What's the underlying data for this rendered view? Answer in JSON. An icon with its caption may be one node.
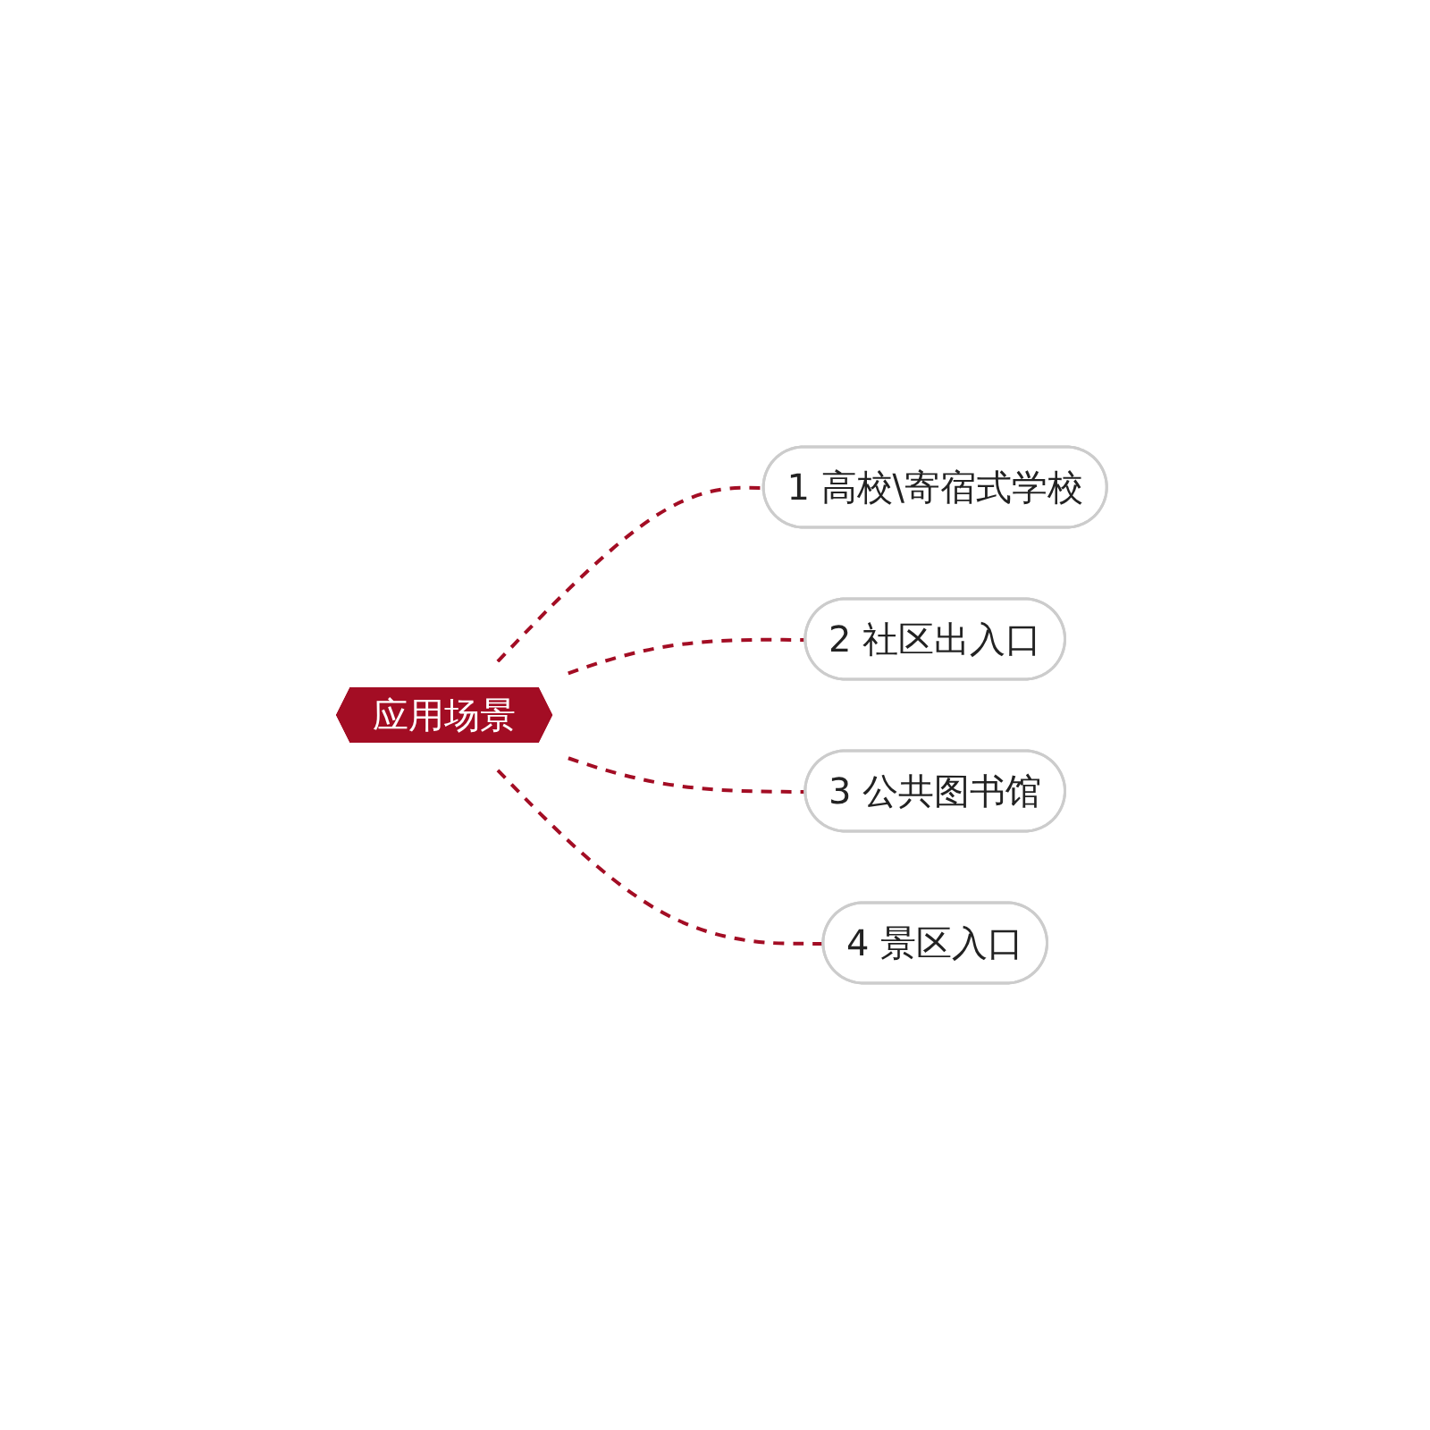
{
  "diagram": {
    "nodes": [
      {
        "text": [
          "应用场景"
        ]
      },
      {
        "text": [
          "1",
          "高校\\寄宿式学校"
        ]
      },
      {
        "text": [
          "2",
          "社区出入口"
        ]
      },
      {
        "text": [
          "3",
          "公共图书馆"
        ]
      },
      {
        "text": [
          "4",
          "景区入口"
        ]
      }
    ],
    "edges": [
      {
        "from": 0,
        "to": 1,
        "arrow": "none",
        "style": "dashed"
      },
      {
        "from": 0,
        "to": 2,
        "arrow": "none",
        "style": "dashed"
      },
      {
        "from": 0,
        "to": 3,
        "arrow": "none",
        "style": "dashed"
      },
      {
        "from": 0,
        "to": 4,
        "arrow": "none",
        "style": "dashed"
      }
    ]
  }
}
